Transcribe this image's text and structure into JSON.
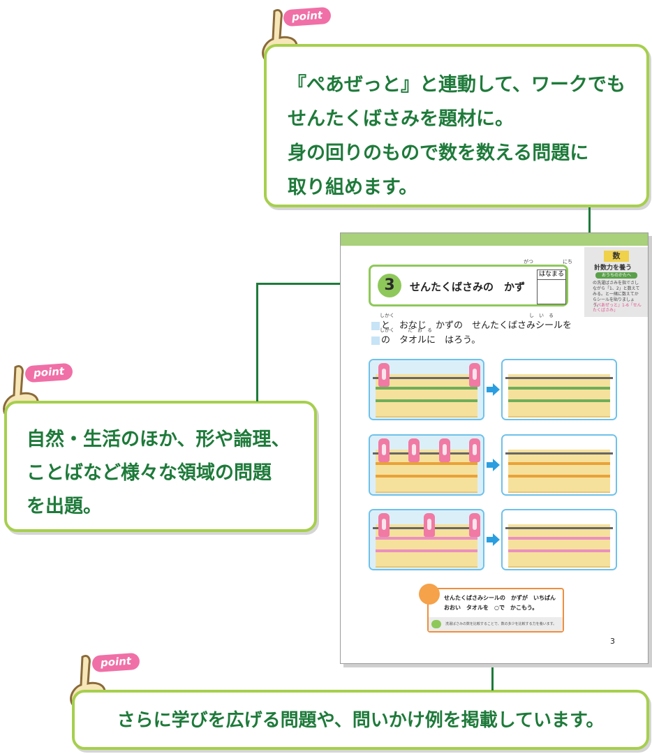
{
  "callouts": {
    "top": {
      "badge": "point",
      "lines": [
        "『ぺあぜっと』と連動して、ワークでも",
        "せんたくばさみを題材に。",
        "身の回りのもので数を数える問題に",
        "取り組めます。"
      ]
    },
    "left": {
      "badge": "point",
      "lines": [
        "自然・生活のほか、形や論理、",
        "ことばなど様々な領域の問題",
        "を出題。"
      ]
    },
    "bottom": {
      "badge": "point",
      "text": "さらに学びを広げる問題や、問いかけ例を掲載しています。"
    }
  },
  "worksheet": {
    "date_month": "がつ",
    "date_day": "にち",
    "problem_number": "3",
    "title": "せんたくばさみの　かず",
    "hanamaru": "はなまる",
    "ruby_shikaku": "しかく",
    "ruby_seal": "し　い　る",
    "ruby_taoru": "た　お　る",
    "instruction_line1": "と　おなじ　かずの　せんたくばさみシールを",
    "instruction_line2": "の　タオルに　はろう。",
    "side_tag": "数",
    "side_subtitle": "計数力を養う",
    "side_badge": "おうちのかたへ",
    "side_note": "の洗濯ばさみを指でさしながら「1、2」と数えてみる。と一緒に数えてからシールを貼りましょう。",
    "side_pink": "『ぺあぜっと』1-6「せんたくばさみ」",
    "motto_line1": "せんたくばさみシールの　かずが　いちばん",
    "motto_line2": "おおい　タオルを　○で　かこもう。",
    "motto_footer": "洗濯ばさみの数を比較することで、数の多少を比較する力を養います。",
    "page_number": "3",
    "rows": [
      {
        "pegs": 2,
        "stripe_color": "#6fae5a"
      },
      {
        "pegs": 4,
        "stripe_color": "#e8a23a"
      },
      {
        "pegs": 3,
        "stripe_color": "#eb8fc0"
      }
    ]
  },
  "colors": {
    "accent_green": "#a6cf4d",
    "text_green": "#1e7a3a",
    "point_pink": "#f06fa6",
    "panel_blue": "#6ec1ea",
    "arrow_blue": "#2b9ee0"
  }
}
